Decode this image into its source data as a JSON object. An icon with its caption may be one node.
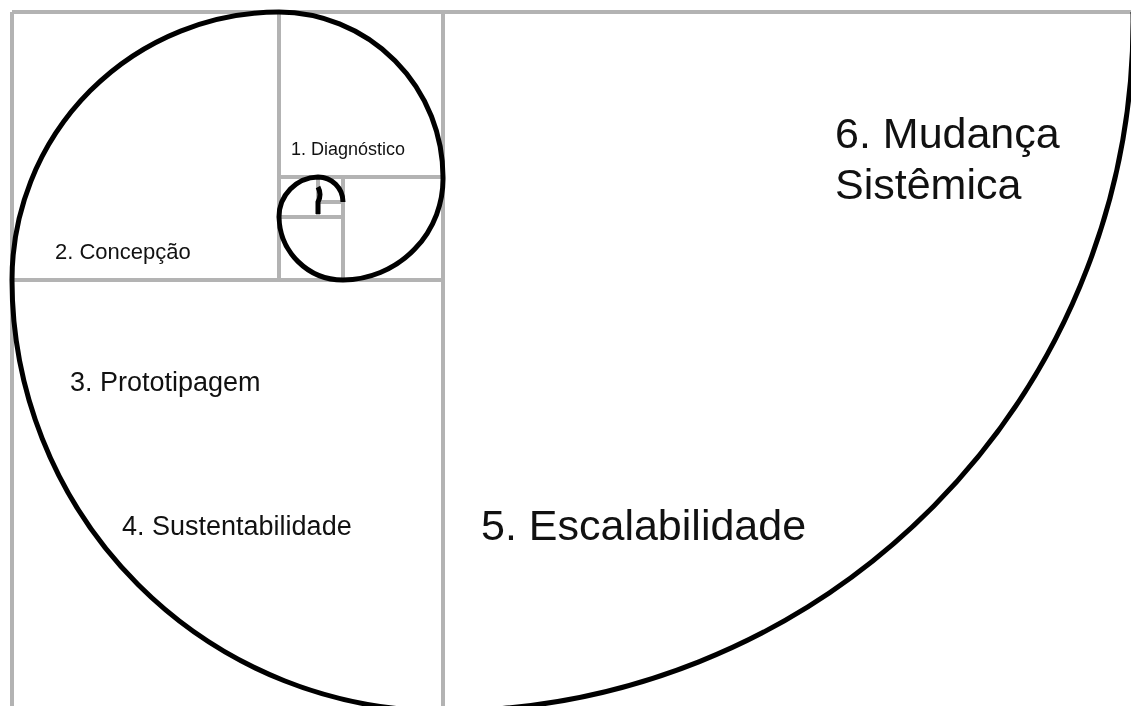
{
  "diagram": {
    "labels": [
      "1. Diagnóstico",
      "2. Concepção",
      "3. Prototipagem",
      "4. Sustentabilidade",
      "5. Escalabilidade",
      "6. Mudança Sistêmica"
    ]
  }
}
